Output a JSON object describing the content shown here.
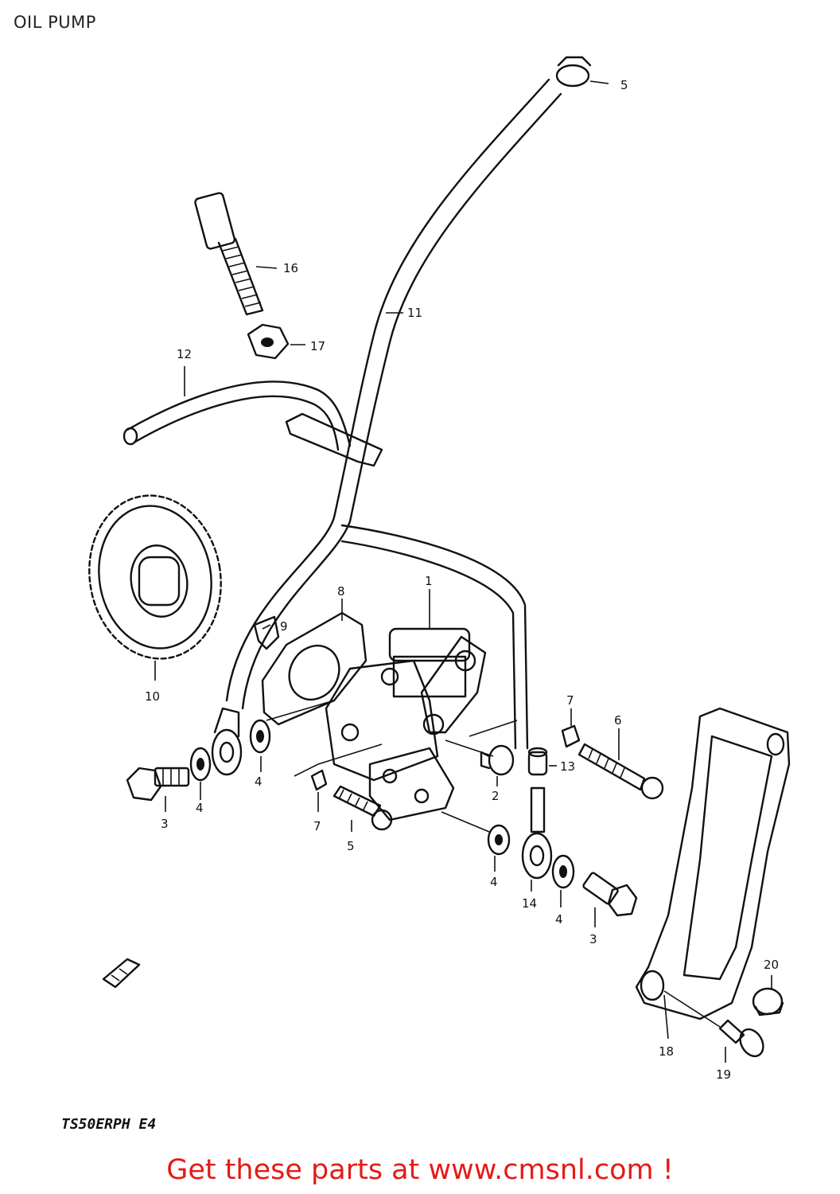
{
  "page": {
    "title": "OIL PUMP",
    "model_code": "TS50ERPH E4",
    "footer_link": "Get these parts at www.cmsnl.com !"
  },
  "callouts": {
    "c1": "1",
    "c2": "2",
    "c3a": "3",
    "c3b": "3",
    "c4a": "4",
    "c4b": "4",
    "c4c": "4",
    "c4d": "4",
    "c5a": "5",
    "c5b": "5",
    "c6": "6",
    "c7a": "7",
    "c7b": "7",
    "c8": "8",
    "c9": "9",
    "c10": "10",
    "c11": "11",
    "c12": "12",
    "c13": "13",
    "c14": "14",
    "c16": "16",
    "c17": "17",
    "c18": "18",
    "c19": "19",
    "c20": "20"
  },
  "colors": {
    "ink": "#111111",
    "link": "#e41b17",
    "background": "#ffffff"
  }
}
